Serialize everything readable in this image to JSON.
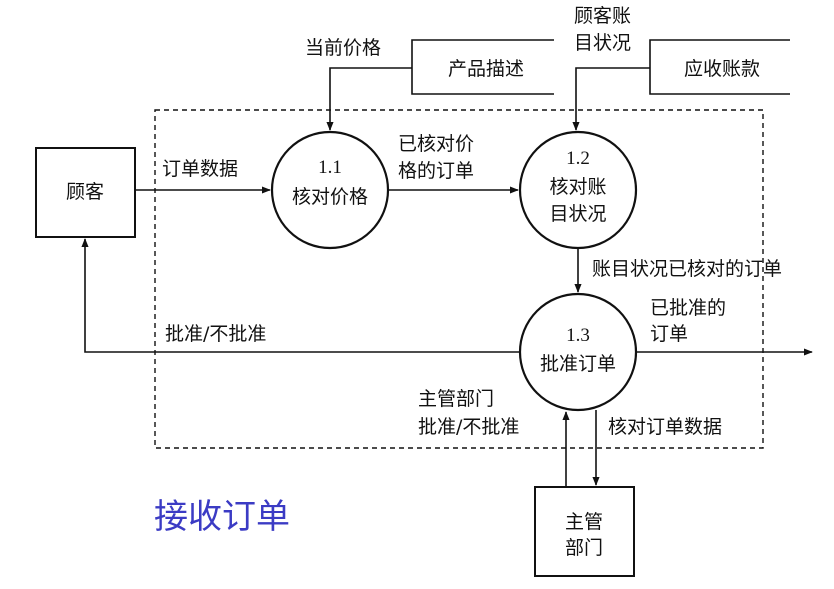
{
  "title": "接收订单",
  "entities": {
    "customer": "顾客",
    "supervisor": [
      "主管",
      "部门"
    ]
  },
  "stores": {
    "product_desc": "产品描述",
    "receivables": "应收账款"
  },
  "processes": {
    "p1": {
      "id": "1.1",
      "name": [
        "核对价格"
      ]
    },
    "p2": {
      "id": "1.2",
      "name": [
        "核对账",
        "目状况"
      ]
    },
    "p3": {
      "id": "1.3",
      "name": [
        "批准订单"
      ]
    }
  },
  "flows": {
    "current_price": "当前价格",
    "customer_account_status": [
      "顾客账",
      "目状况"
    ],
    "order_data": "订单数据",
    "price_checked_order": [
      "已核对价",
      "格的订单"
    ],
    "status_checked_order": "账目状况已核对的订单",
    "approve_reject": "批准/不批准",
    "approved_order": [
      "已批准的",
      "订单"
    ],
    "supervisor_decision": [
      "主管部门",
      "批准/不批准"
    ],
    "checked_order_data": "核对订单数据"
  }
}
